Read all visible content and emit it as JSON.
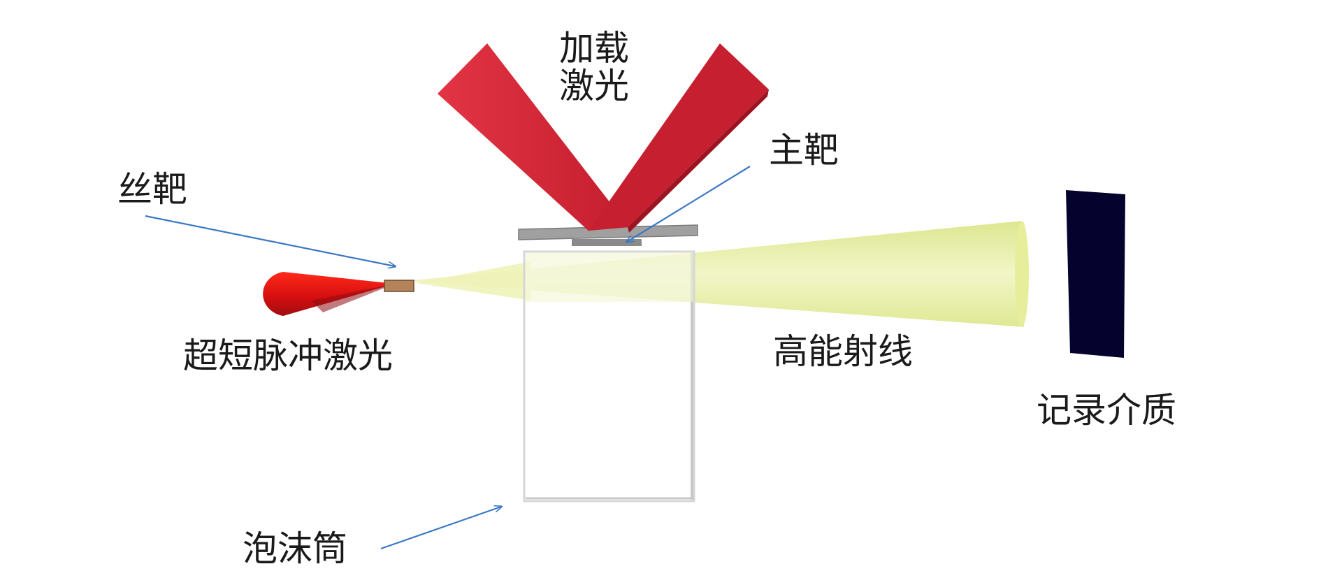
{
  "labels": {
    "loading_laser": "加载\n激光",
    "main_target": "主靶",
    "wire_target": "丝靶",
    "ultrashort_laser": "超短脉冲激光",
    "high_energy_rays": "高能射线",
    "recording_medium": "记录介质",
    "foam_cylinder": "泡沫筒"
  },
  "colors": {
    "laser_red": "#d22a3a",
    "laser_red_dark": "#a8131f",
    "short_pulse_red": "#e01414",
    "ray_yellow": "#e2ec96",
    "ray_yellow_light": "#f3f6c8",
    "detector": "#05032e",
    "target_gray": "#9a9a9a",
    "arrow_blue": "#3a78c4",
    "foam_outline": "#d4d4d4"
  }
}
